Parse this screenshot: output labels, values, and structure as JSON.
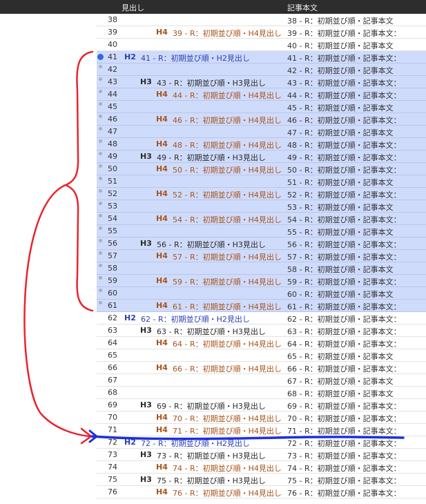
{
  "header": {
    "col_heading": "見出し",
    "col_body": "記事本文"
  },
  "colors": {
    "h2": "#2a3fb3",
    "h4": "#a8531c",
    "selection": "#cfdbfb",
    "annotation_red": "#e8242b",
    "annotation_blue": "#1d2fe0"
  },
  "rows": [
    {
      "num": "38",
      "level": "",
      "title": "",
      "body": "38 - R：初期並び順・記事本文"
    },
    {
      "num": "39",
      "level": "H4",
      "title": "39 - R：初期並び順・H4見出し",
      "body": "39 - R：初期並び順・記事本文："
    },
    {
      "num": "40",
      "level": "",
      "title": "",
      "body": "40 - R：初期並び順・記事本文"
    },
    {
      "num": "41",
      "level": "H2",
      "title": "41 - R：初期並び順・H2見出し",
      "body": "41 - R：初期並び順・記事本文：",
      "selected": true,
      "marker": "big"
    },
    {
      "num": "42",
      "level": "",
      "title": "",
      "body": "42 - R：初期並び順・記事本文",
      "selected": true,
      "marker": "small"
    },
    {
      "num": "43",
      "level": "H3",
      "title": "43 - R：初期並び順・H3見出し",
      "body": "43 - R：初期並び順・記事本文：",
      "selected": true,
      "marker": "small"
    },
    {
      "num": "44",
      "level": "H4",
      "title": "44 - R：初期並び順・H4見出し",
      "body": "44 - R：初期並び順・記事本文：",
      "selected": true,
      "marker": "small"
    },
    {
      "num": "45",
      "level": "",
      "title": "",
      "body": "45 - R：初期並び順・記事本文",
      "selected": true,
      "marker": "small"
    },
    {
      "num": "46",
      "level": "H4",
      "title": "46 - R：初期並び順・H4見出し",
      "body": "46 - R：初期並び順・記事本文：",
      "selected": true,
      "marker": "small"
    },
    {
      "num": "47",
      "level": "",
      "title": "",
      "body": "47 - R：初期並び順・記事本文",
      "selected": true,
      "marker": "small"
    },
    {
      "num": "48",
      "level": "H4",
      "title": "48 - R：初期並び順・H4見出し",
      "body": "48 - R：初期並び順・記事本文：",
      "selected": true,
      "marker": "small"
    },
    {
      "num": "49",
      "level": "H3",
      "title": "49 - R：初期並び順・H3見出し",
      "body": "49 - R：初期並び順・記事本文：",
      "selected": true,
      "marker": "small"
    },
    {
      "num": "50",
      "level": "H4",
      "title": "50 - R：初期並び順・H4見出し",
      "body": "50 - R：初期並び順・記事本文：",
      "selected": true,
      "marker": "small"
    },
    {
      "num": "51",
      "level": "",
      "title": "",
      "body": "51 - R：初期並び順・記事本文",
      "selected": true,
      "marker": "small"
    },
    {
      "num": "52",
      "level": "H4",
      "title": "52 - R：初期並び順・H4見出し",
      "body": "52 - R：初期並び順・記事本文：",
      "selected": true,
      "marker": "small"
    },
    {
      "num": "53",
      "level": "",
      "title": "",
      "body": "53 - R：初期並び順・記事本文",
      "selected": true,
      "marker": "small"
    },
    {
      "num": "54",
      "level": "H4",
      "title": "54 - R：初期並び順・H4見出し",
      "body": "54 - R：初期並び順・記事本文：",
      "selected": true,
      "marker": "small"
    },
    {
      "num": "55",
      "level": "",
      "title": "",
      "body": "55 - R：初期並び順・記事本文",
      "selected": true,
      "marker": "small"
    },
    {
      "num": "56",
      "level": "H3",
      "title": "56 - R：初期並び順・H3見出し",
      "body": "56 - R：初期並び順・記事本文：",
      "selected": true,
      "marker": "small"
    },
    {
      "num": "57",
      "level": "H4",
      "title": "57 - R：初期並び順・H4見出し",
      "body": "57 - R：初期並び順・記事本文：",
      "selected": true,
      "marker": "small"
    },
    {
      "num": "58",
      "level": "",
      "title": "",
      "body": "58 - R：初期並び順・記事本文",
      "selected": true,
      "marker": "small"
    },
    {
      "num": "59",
      "level": "H4",
      "title": "59 - R：初期並び順・H4見出し",
      "body": "59 - R：初期並び順・記事本文：",
      "selected": true,
      "marker": "small"
    },
    {
      "num": "60",
      "level": "",
      "title": "",
      "body": "60 - R：初期並び順・記事本文",
      "selected": true,
      "marker": "small"
    },
    {
      "num": "61",
      "level": "H4",
      "title": "61 - R：初期並び順・H4見出し",
      "body": "61 - R：初期並び順・記事本文：",
      "selected": true,
      "marker": "small"
    },
    {
      "num": "62",
      "level": "H2",
      "title": "62 - R：初期並び順・H2見出し",
      "body": "62 - R：初期並び順・記事本文："
    },
    {
      "num": "63",
      "level": "H3",
      "title": "63 - R：初期並び順・H3見出し",
      "body": "63 - R：初期並び順・記事本文："
    },
    {
      "num": "64",
      "level": "H4",
      "title": "64 - R：初期並び順・H4見出し",
      "body": "64 - R：初期並び順・記事本文："
    },
    {
      "num": "65",
      "level": "",
      "title": "",
      "body": "65 - R：初期並び順・記事本文"
    },
    {
      "num": "66",
      "level": "H4",
      "title": "66 - R：初期並び順・H4見出し",
      "body": "66 - R：初期並び順・記事本文："
    },
    {
      "num": "67",
      "level": "",
      "title": "",
      "body": "67 - R：初期並び順・記事本文"
    },
    {
      "num": "68",
      "level": "",
      "title": "",
      "body": "68 - R：初期並び順・記事本文"
    },
    {
      "num": "69",
      "level": "H3",
      "title": "69 - R：初期並び順・H3見出し",
      "body": "69 - R：初期並び順・記事本文："
    },
    {
      "num": "70",
      "level": "H4",
      "title": "70 - R：初期並び順・H4見出し",
      "body": "70 - R：初期並び順・記事本文："
    },
    {
      "num": "71",
      "level": "H4",
      "title": "71 - R：初期並び順・H4見出し",
      "body": "71 - R：初期並び順・記事本文："
    },
    {
      "num": "72",
      "level": "H2",
      "title": "72 - R：初期並び順・H2見出し",
      "body": "72 - R：初期並び順・記事本文："
    },
    {
      "num": "73",
      "level": "H3",
      "title": "73 - R：初期並び順・H3見出し",
      "body": "73 - R：初期並び順・記事本文："
    },
    {
      "num": "74",
      "level": "H4",
      "title": "74 - R：初期並び順・H4見出し",
      "body": "74 - R：初期並び順・記事本文："
    },
    {
      "num": "75",
      "level": "H3",
      "title": "75 - R：初期並び順・H3見出し",
      "body": "75 - R：初期並び順・記事本文："
    },
    {
      "num": "76",
      "level": "H4",
      "title": "76 - R：初期並び順・H4見出し",
      "body": "76 - R：初期並び順・記事本文："
    }
  ]
}
